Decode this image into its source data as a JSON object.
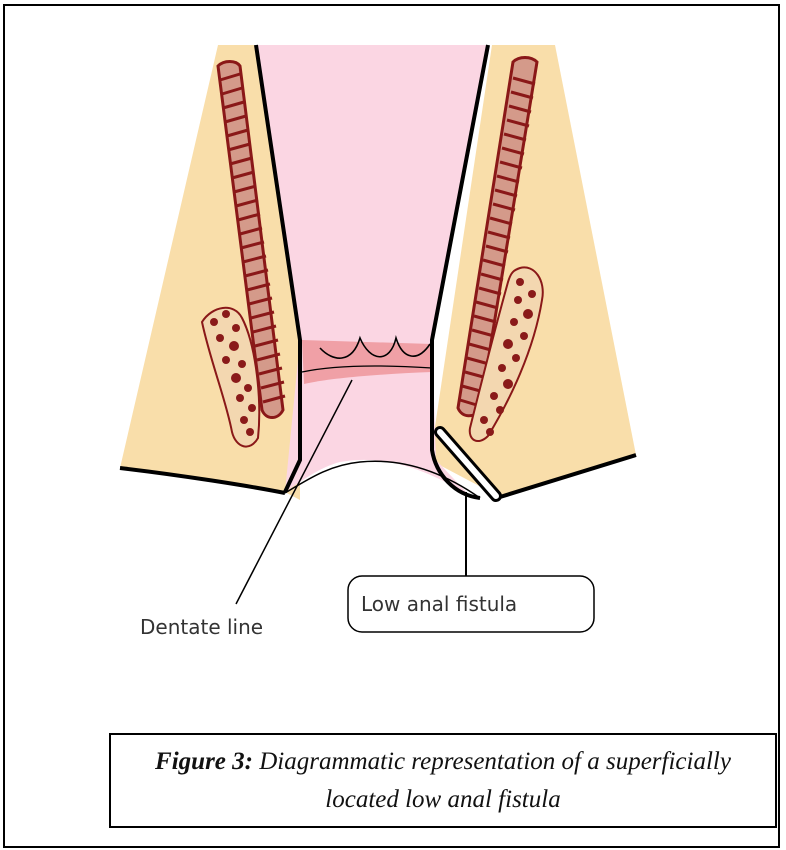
{
  "labels": {
    "dentate_line": "Dentate line",
    "low_anal_fistula": "Low anal fistula"
  },
  "caption": {
    "figure_label": "Figure 3:",
    "text": "Diagrammatic representation of a superficially located low anal fistula"
  },
  "colors": {
    "skin_tissue": "#f9deaa",
    "lumen": "#fbd6e3",
    "dentate_band": "#f0a0a6",
    "muscle_fill": "#d49a8a",
    "muscle_stripe": "#8a1818",
    "gland_dot": "#8a1a1a",
    "outline": "#000000"
  }
}
